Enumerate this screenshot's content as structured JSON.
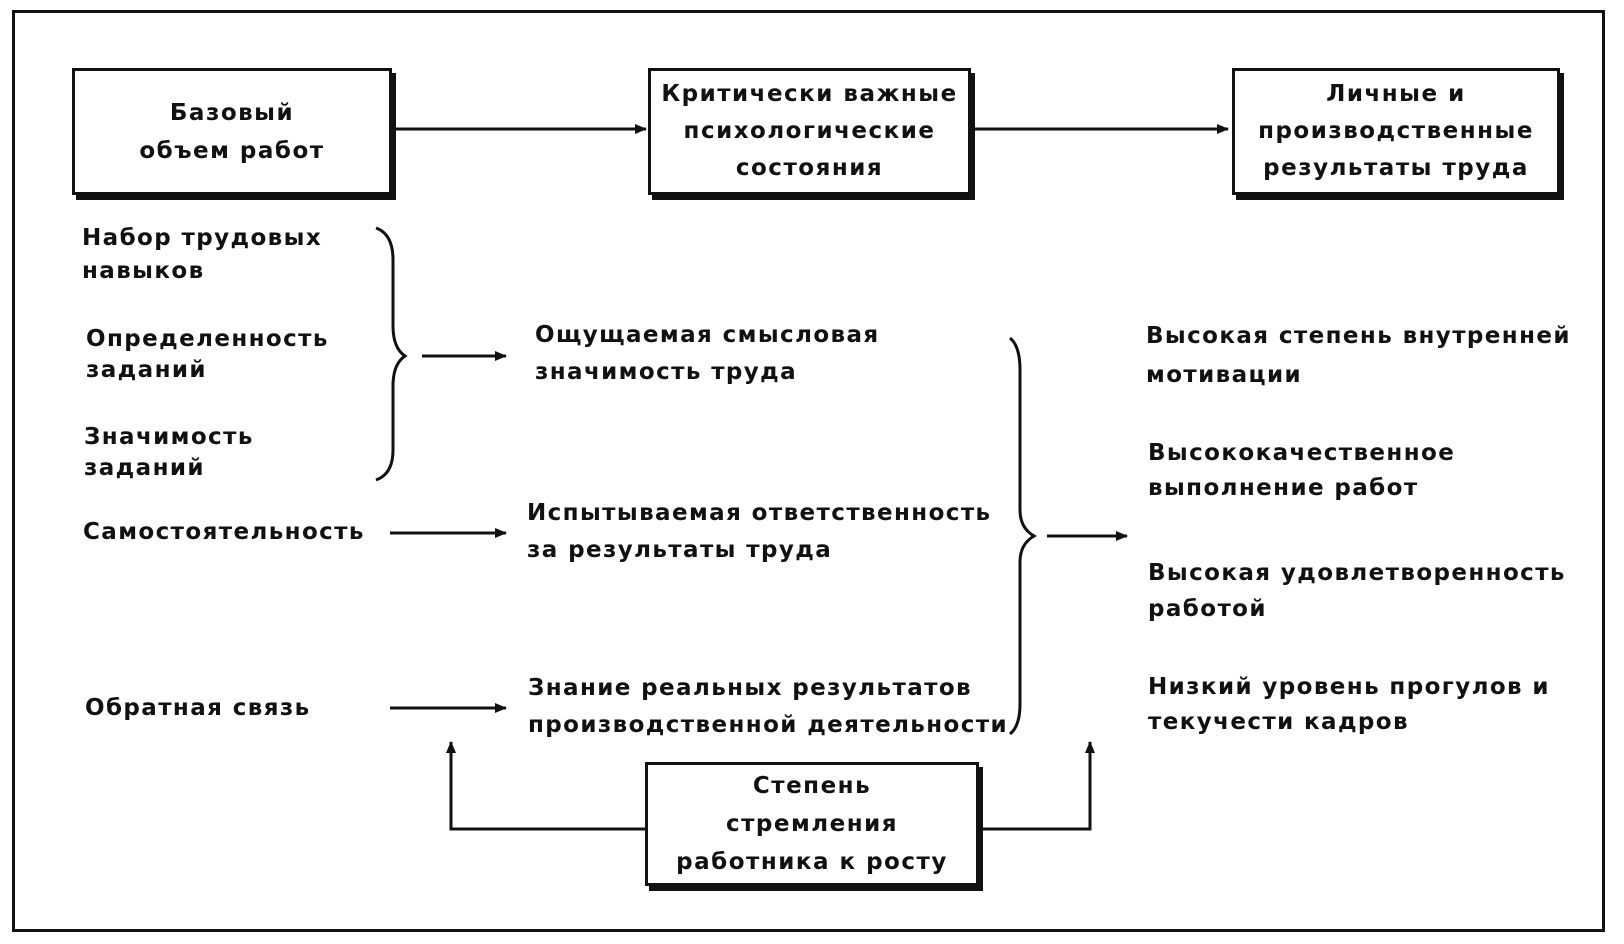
{
  "diagram": {
    "top_boxes": {
      "base_work": [
        "Базовый",
        "объем работ"
      ],
      "critical_states": [
        "Критически важные",
        "психологические",
        "состояния"
      ],
      "results": [
        "Личные и",
        "производственные",
        "результаты труда"
      ]
    },
    "bottom_box": [
      "Степень",
      "стремления",
      "работника к росту"
    ],
    "job_characteristics": {
      "skill_variety": [
        "Набор трудовых",
        "навыков"
      ],
      "task_identity": [
        "Определенность",
        "заданий"
      ],
      "task_significance": [
        "Значимость",
        "заданий"
      ],
      "autonomy": [
        "Самостоятельность"
      ],
      "feedback": [
        "Обратная связь"
      ]
    },
    "psychological_states": {
      "meaningfulness": [
        "Ощущаемая смысловая",
        "значимость труда"
      ],
      "responsibility": [
        "Испытываемая ответственность",
        "за результаты труда"
      ],
      "knowledge_of_results": [
        "Знание реальных результатов",
        "производственной деятельности"
      ]
    },
    "outcomes": {
      "motivation": [
        "Высокая степень внутренней",
        "мотивации"
      ],
      "performance": [
        "Высококачественное",
        "выполнение работ"
      ],
      "satisfaction": [
        "Высокая удовлетворенность",
        "работой"
      ],
      "absenteeism": [
        "Низкий уровень прогулов и",
        "текучести кадров"
      ]
    }
  }
}
